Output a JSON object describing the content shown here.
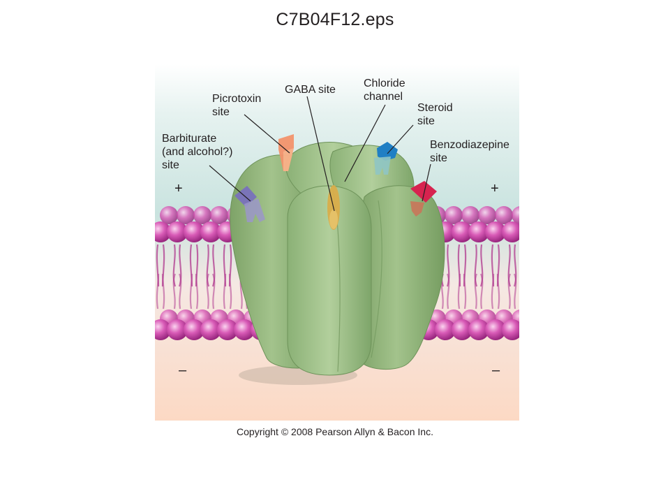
{
  "title": "C7B04F12.eps",
  "copyright": "Copyright © 2008 Pearson Allyn & Bacon Inc.",
  "labels": {
    "picrotoxin": [
      "Picrotoxin",
      "site"
    ],
    "gaba": [
      "GABA site"
    ],
    "chloride": [
      "Chloride",
      "channel"
    ],
    "steroid": [
      "Steroid",
      "site"
    ],
    "barbiturate": [
      "Barbiturate",
      "(and alcohol?)",
      "site"
    ],
    "benzodiazepine": [
      "Benzodiazepine",
      "site"
    ]
  },
  "charges": {
    "top_left": "+",
    "top_right": "+",
    "bottom_left": "–",
    "bottom_right": "–"
  },
  "colors": {
    "extracellular": "#d7ece9",
    "intracellular": "#fadccb",
    "lipid_head": "#c2399a",
    "lipid_tail": "#b03a8f",
    "receptor": "#8fb47a",
    "picrotoxin_site": "#f2926c",
    "gaba_site": "#d9ad4a",
    "steroid_site": "#1f7fc4",
    "barbiturate_site": "#7a74b8",
    "benzodiazepine_site": "#d7234f"
  }
}
